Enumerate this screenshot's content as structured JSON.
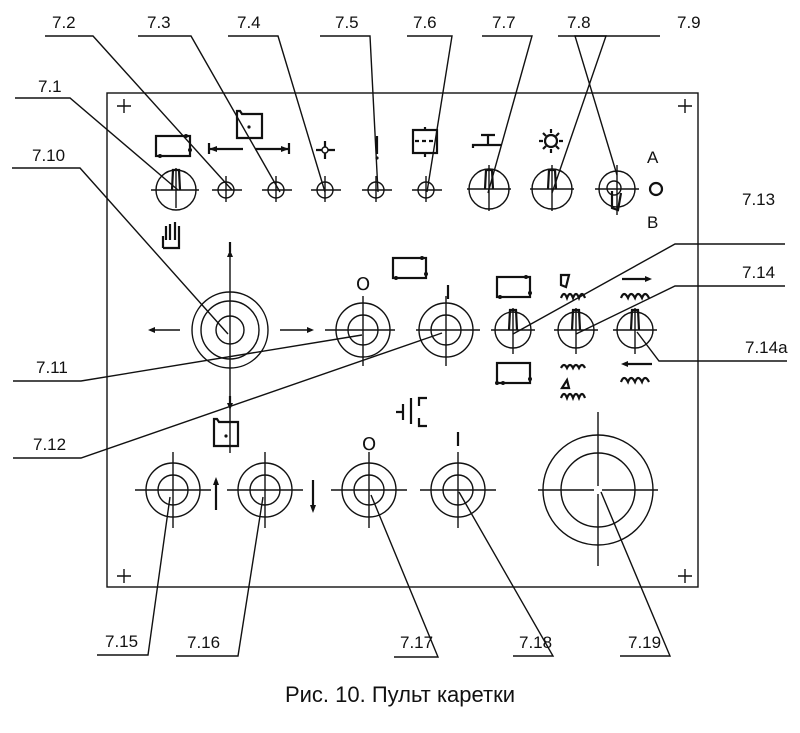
{
  "figure": {
    "caption": "Рис. 10. Пульт каретки",
    "ink_color": "#111111",
    "background": "#ffffff"
  },
  "callouts": [
    {
      "id": "7.1",
      "label": "7.1"
    },
    {
      "id": "7.2",
      "label": "7.2"
    },
    {
      "id": "7.3",
      "label": "7.3"
    },
    {
      "id": "7.4",
      "label": "7.4"
    },
    {
      "id": "7.5",
      "label": "7.5"
    },
    {
      "id": "7.6",
      "label": "7.6"
    },
    {
      "id": "7.7",
      "label": "7.7"
    },
    {
      "id": "7.8",
      "label": "7.8"
    },
    {
      "id": "7.9",
      "label": "7.9"
    },
    {
      "id": "7.10",
      "label": "7.10"
    },
    {
      "id": "7.11",
      "label": "7.11"
    },
    {
      "id": "7.12",
      "label": "7.12"
    },
    {
      "id": "7.13",
      "label": "7.13"
    },
    {
      "id": "7.14",
      "label": "7.14"
    },
    {
      "id": "7.14a",
      "label": "7.14а"
    },
    {
      "id": "7.15",
      "label": "7.15"
    },
    {
      "id": "7.16",
      "label": "7.16"
    },
    {
      "id": "7.17",
      "label": "7.17"
    },
    {
      "id": "7.18",
      "label": "7.18"
    },
    {
      "id": "7.19",
      "label": "7.19"
    }
  ],
  "panel_marks": {
    "switch_7_9_pos_a": "A",
    "switch_7_9_pos_b": "B",
    "off_symbol": "O",
    "on_symbol": "I"
  }
}
